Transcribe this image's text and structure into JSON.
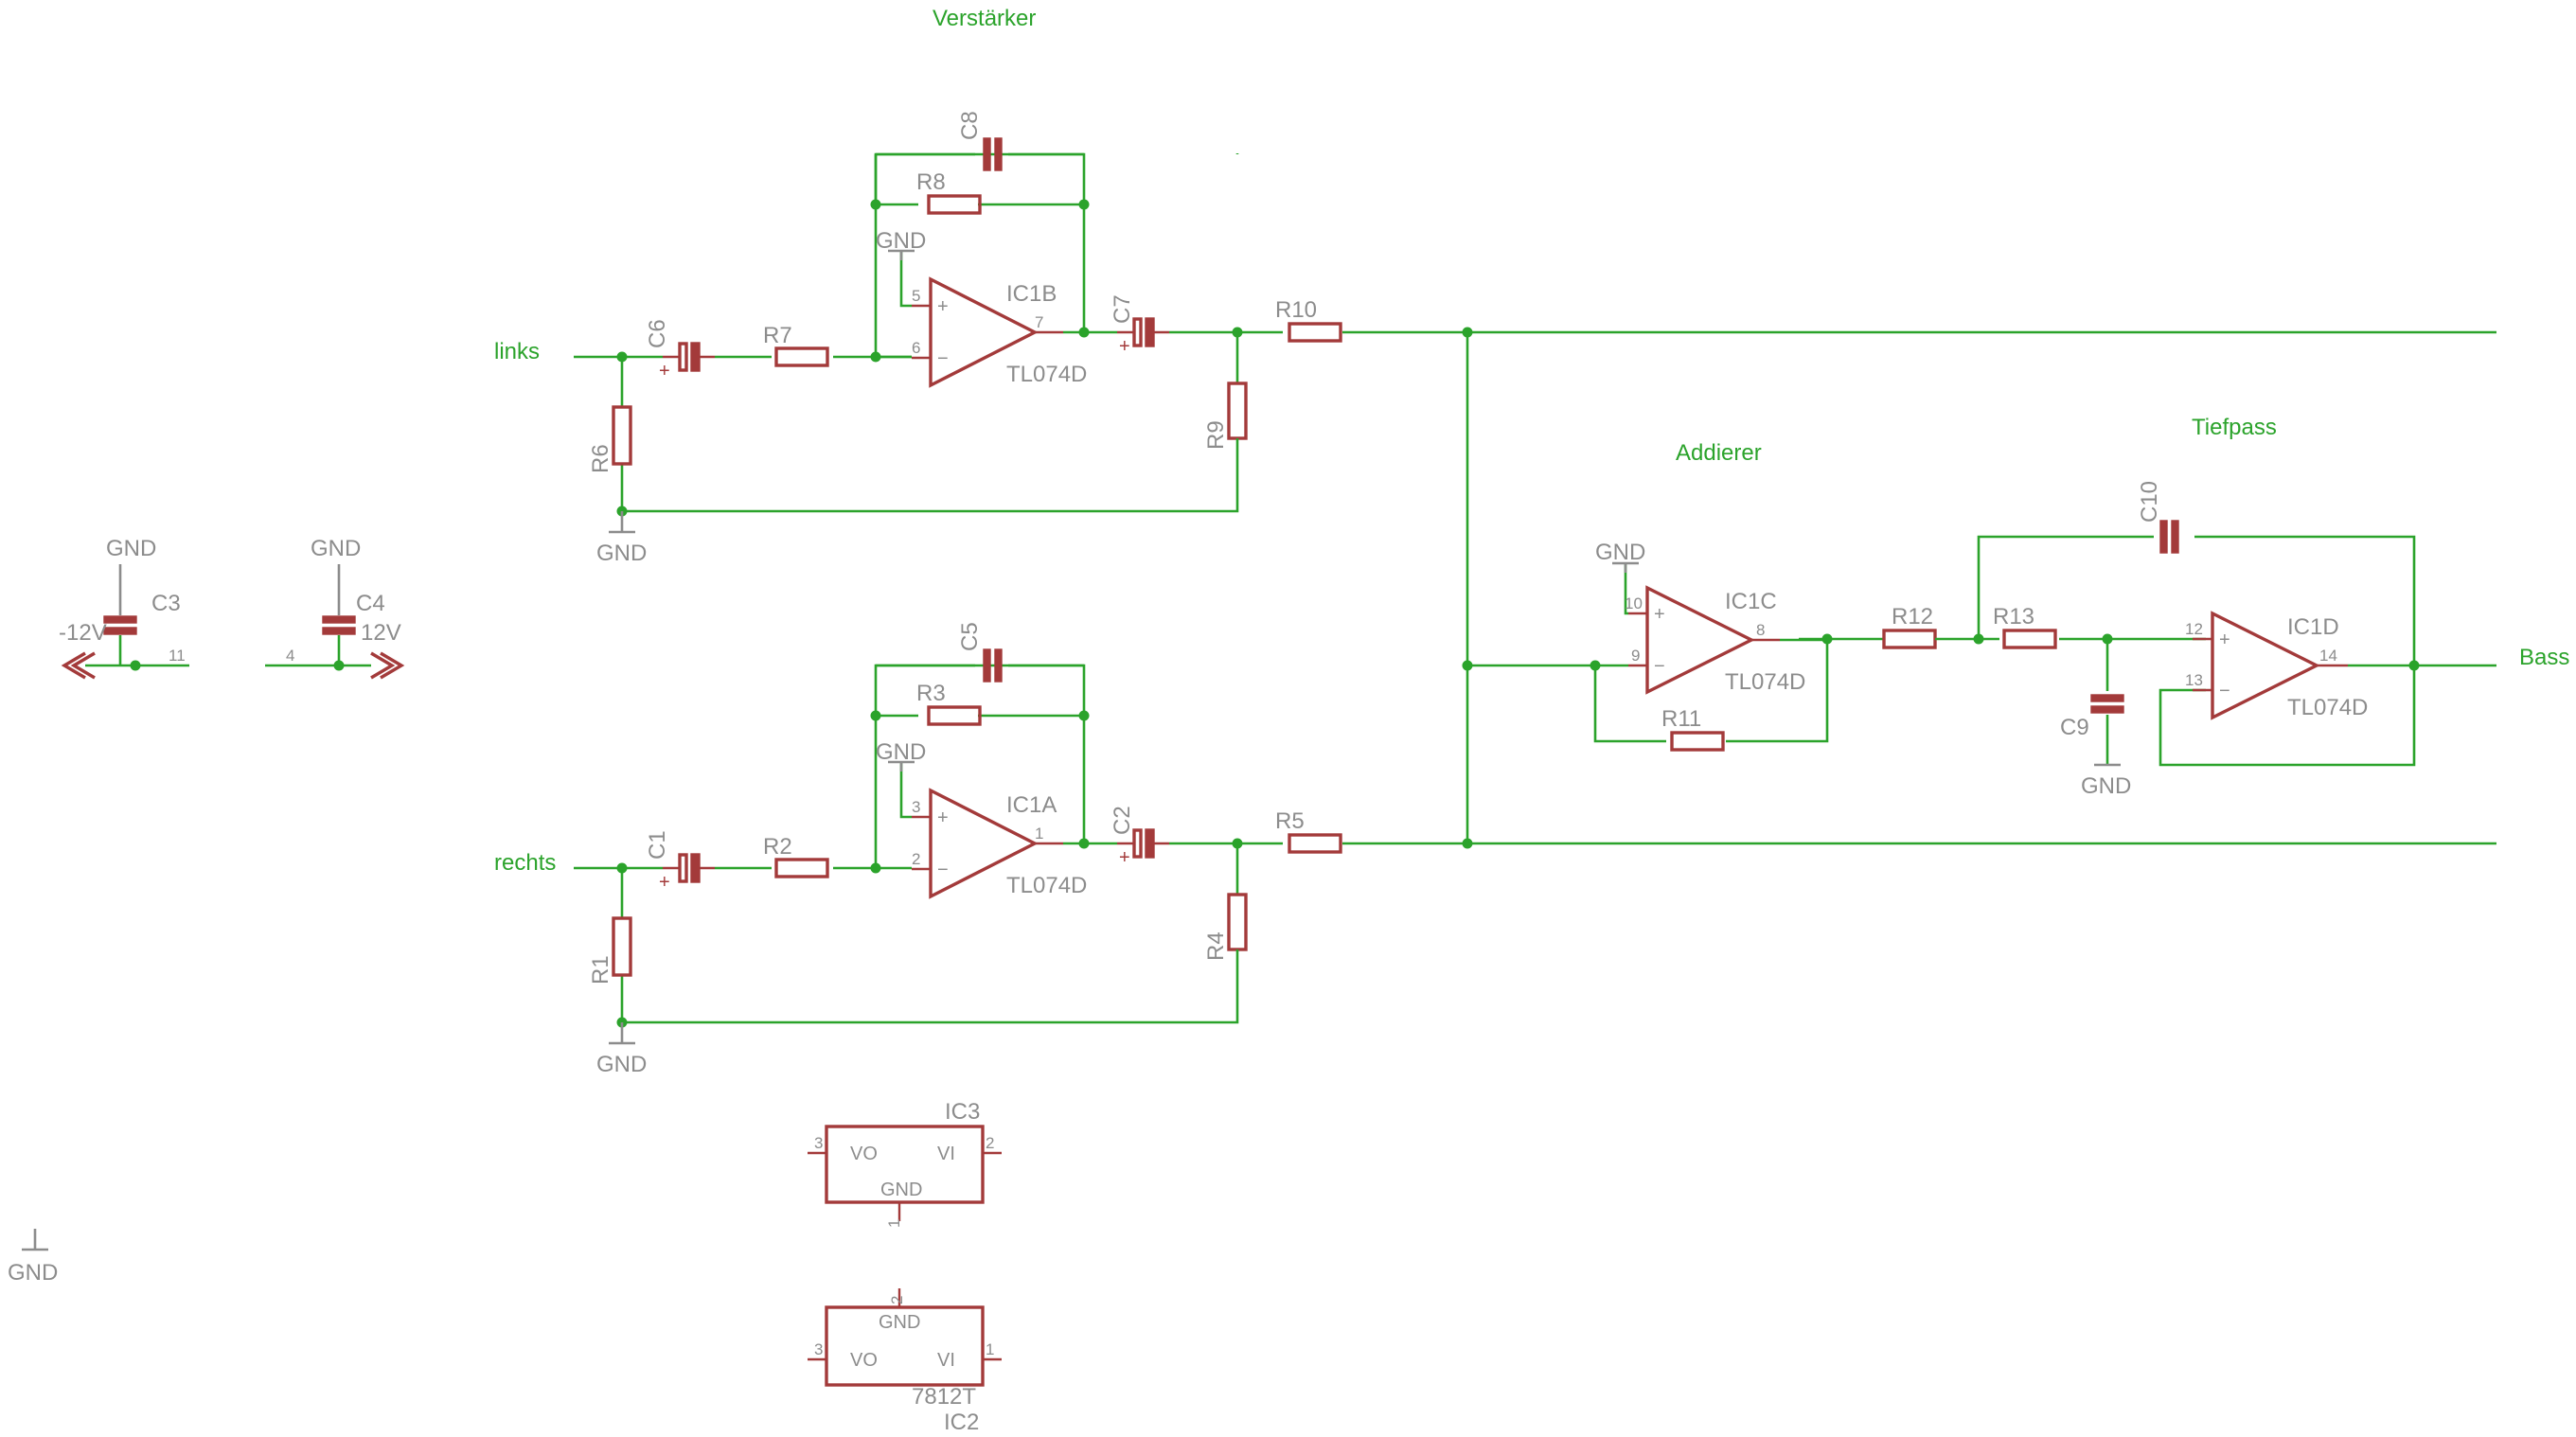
{
  "sections": {
    "amplifier": "Verstärker",
    "adder": "Addierer",
    "lowpass": "Tiefpass"
  },
  "nets": {
    "left_in": "links",
    "right_in": "rechts",
    "out": "Bass",
    "gnd": "GND",
    "neg_supply": "-12V",
    "pos_supply": "12V"
  },
  "resistors": [
    "R1",
    "R2",
    "R3",
    "R4",
    "R5",
    "R6",
    "R7",
    "R8",
    "R9",
    "R10",
    "R11",
    "R12",
    "R13"
  ],
  "capacitors": [
    "C1",
    "C2",
    "C3",
    "C4",
    "C5",
    "C6",
    "C7",
    "C8",
    "C9",
    "C10"
  ],
  "opamps": {
    "a": {
      "name": "IC1A",
      "value": "TL074D",
      "pins": [
        "3",
        "2",
        "1"
      ]
    },
    "b": {
      "name": "IC1B",
      "value": "TL074D",
      "pins": [
        "5",
        "6",
        "7"
      ]
    },
    "c": {
      "name": "IC1C",
      "value": "TL074D",
      "pins": [
        "10",
        "9",
        "8"
      ]
    },
    "d": {
      "name": "IC1D",
      "value": "TL074D",
      "pins": [
        "12",
        "13",
        "14"
      ]
    }
  },
  "supply_pins": {
    "neg": "11",
    "pos": "4"
  },
  "regulators": {
    "ic3": {
      "name": "IC3",
      "value": "",
      "pins": [
        "3",
        "2",
        "1"
      ],
      "vo": "VO",
      "vi": "VI",
      "gnd": "GND"
    },
    "ic2": {
      "name": "IC2",
      "value": "7812T",
      "pins": [
        "3",
        "1",
        "2"
      ],
      "vo": "VO",
      "vi": "VI",
      "gnd": "GND"
    }
  },
  "opamp_symbols": {
    "plus": "+",
    "minus": "−"
  }
}
